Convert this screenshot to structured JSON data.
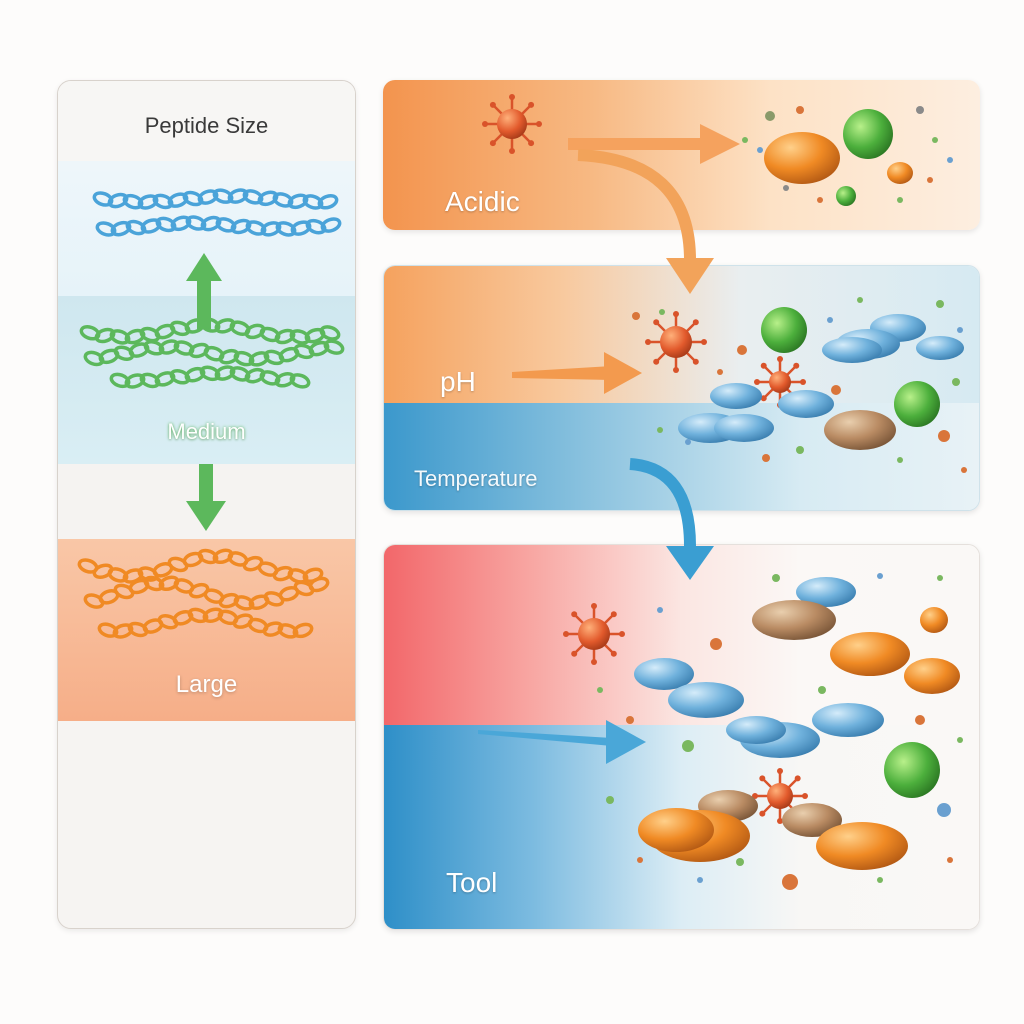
{
  "left_panel": {
    "title": "Peptide Size",
    "levels": [
      {
        "label": "",
        "color": "#4aa3d9"
      },
      {
        "label": "Medium",
        "color": "#5cb85c"
      },
      {
        "label": "Large",
        "color": "#f08a24"
      }
    ]
  },
  "right_panels": [
    {
      "labels": [
        "Acidic"
      ]
    },
    {
      "labels": [
        "pH",
        "Temperature"
      ]
    },
    {
      "labels": [
        "Tool"
      ]
    }
  ],
  "colors": {
    "orange": "#f08a3c",
    "blue": "#3a9ed2",
    "green": "#5cb85c",
    "red": "#ef6a6a",
    "virus": "#e25a2c"
  }
}
